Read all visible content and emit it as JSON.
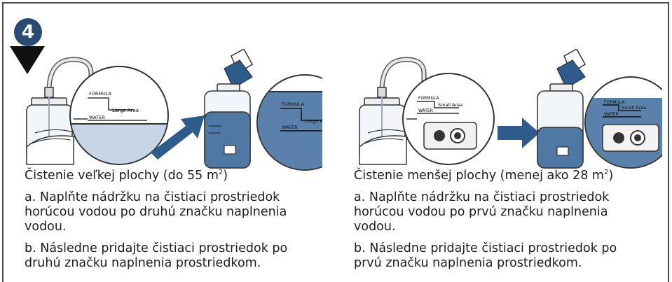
{
  "step": {
    "number": "4"
  },
  "labels": {
    "formula": "FORMULA",
    "water": "WATER",
    "large_area": "Large Area",
    "small_area": "Small Area"
  },
  "left": {
    "heading_main": "Čistenie veľkej plochy (do 55 m",
    "heading_sup": "2",
    "heading_close": ")",
    "step_a_line1": "a. Naplňte nádržku na čistiaci prostriedok",
    "step_a_line2": "horúcou vodou po druhú značku naplnenia",
    "step_a_line3": "vodou.",
    "step_b_line1": "b. Následne pridajte čistiaci prostriedok po",
    "step_b_line2": "druhú značku naplnenia prostriedkom."
  },
  "right": {
    "heading_main": "Čistenie menšej plochy (menej ako 28 m",
    "heading_sup": "2",
    "heading_close": ")",
    "step_a_line1": "a. Naplňte nádržku na čistiaci prostriedok",
    "step_a_line2": "horúcou vodou po prvú značku naplnenia",
    "step_a_line3": "vodou.",
    "step_b_line1": "b. Následne pridajte čistiaci prostriedok po",
    "step_b_line2": "prvú značku naplnenia prostriedkom."
  },
  "colors": {
    "accent_blue": "#2d5b8c",
    "liquid_light": "#b9cde2",
    "liquid_dark": "#4f78a4",
    "badge": "#2b4a73"
  }
}
